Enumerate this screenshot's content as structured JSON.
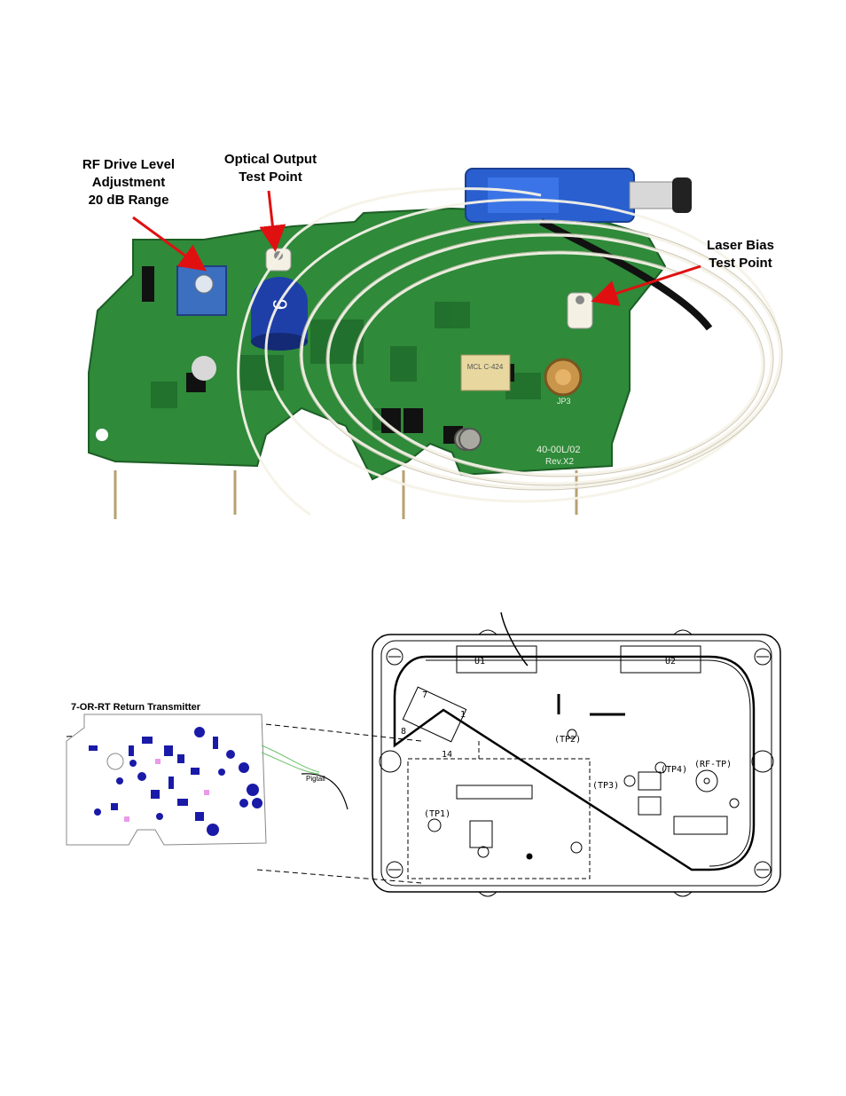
{
  "photo": {
    "callouts": {
      "rf_drive": [
        "RF Drive Level",
        "Adjustment",
        "20 dB Range"
      ],
      "optical_output": [
        "Optical Output",
        "Test Point"
      ],
      "laser_bias": [
        "Laser Bias",
        "Test Point"
      ]
    },
    "board_markings": {
      "part_number": "40-00L/02",
      "revision": "Rev.X2",
      "component": "MCL C-424",
      "jp3": "JP3"
    }
  },
  "diagram": {
    "inset_title": "7-OR-RT Return Transmitter",
    "pigtail_label": "Pigtail",
    "housing_labels": {
      "u1": "U1",
      "u2": "U2",
      "tp1": "(TP1)",
      "tp2": "(TP2)",
      "tp3": "(TP3)",
      "tp4": "(TP4)",
      "rf_tp": "(RF-TP)",
      "pin7": "7",
      "pin1": "1",
      "pin8": "8",
      "pin14": "14"
    }
  },
  "colors": {
    "board_green": "#2f8a3a",
    "arrow_red": "#e01010",
    "connector_blue": "#2a5fd0",
    "cap_blue": "#1f3fa8"
  }
}
